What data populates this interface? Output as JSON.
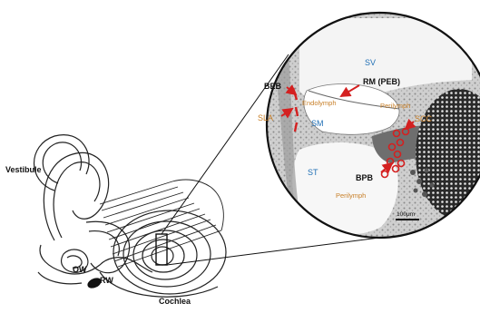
{
  "labels": {
    "vestibule": "Vestibule",
    "ow": "OW",
    "rw": "RW",
    "cochlea": "Cochlea",
    "sv": "SV",
    "sm": "SM",
    "st": "ST",
    "endolymph": "Endolymph",
    "perilymph_upper": "Perilymph",
    "perilymph_lower": "Perilymph",
    "beb": "BEB",
    "rm_peb": "RM (PEB)",
    "slа": "SLA",
    "scc": "SCC",
    "bpb": "BPB",
    "scale_bar": "100µm"
  },
  "colors": {
    "scala_label": "#1f6fb5",
    "fluid_label": "#c8802a",
    "arrow": "#d42020",
    "black_label": "#111111"
  }
}
